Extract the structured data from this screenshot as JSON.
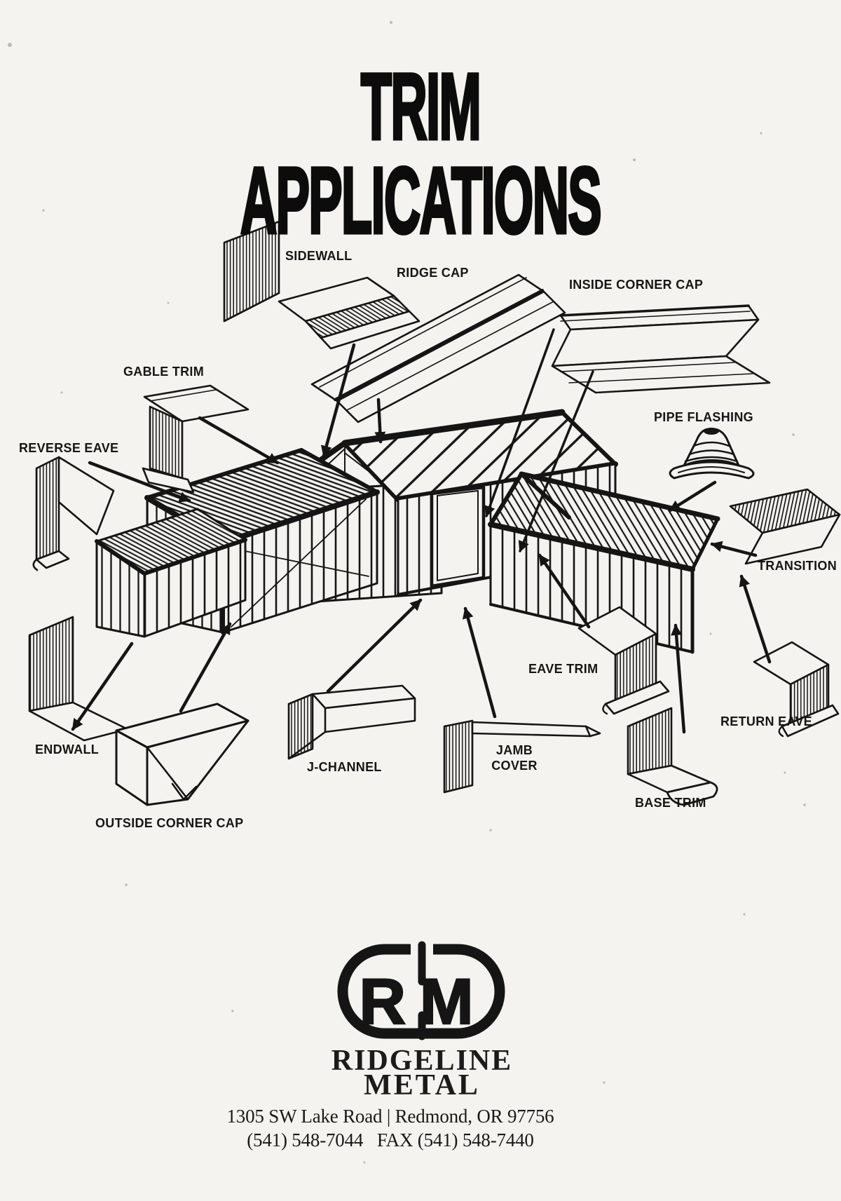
{
  "page": {
    "title": "TRIM APPLICATIONS"
  },
  "diagram": {
    "labels": {
      "sidewall": "SIDEWALL",
      "ridge_cap": "RIDGE CAP",
      "inside_corner_cap": "INSIDE CORNER CAP",
      "gable_trim": "GABLE TRIM",
      "reverse_eave": "REVERSE EAVE",
      "pipe_flashing": "PIPE FLASHING",
      "transition": "TRANSITION",
      "eave_trim": "EAVE TRIM",
      "return_eave": "RETURN EAVE",
      "jamb_cover": "JAMB COVER",
      "base_trim": "BASE TRIM",
      "endwall": "ENDWALL",
      "j_channel": "J-CHANNEL",
      "outside_corner_cap": "OUTSIDE CORNER CAP"
    }
  },
  "footer": {
    "logo_monogram": "RM",
    "company_line1": "RIDGELINE",
    "company_line2": "METAL",
    "address": "1305 SW Lake Road | Redmond, OR 97756",
    "phone_fax": "(541) 548-7044   FAX (541) 548-7440"
  }
}
